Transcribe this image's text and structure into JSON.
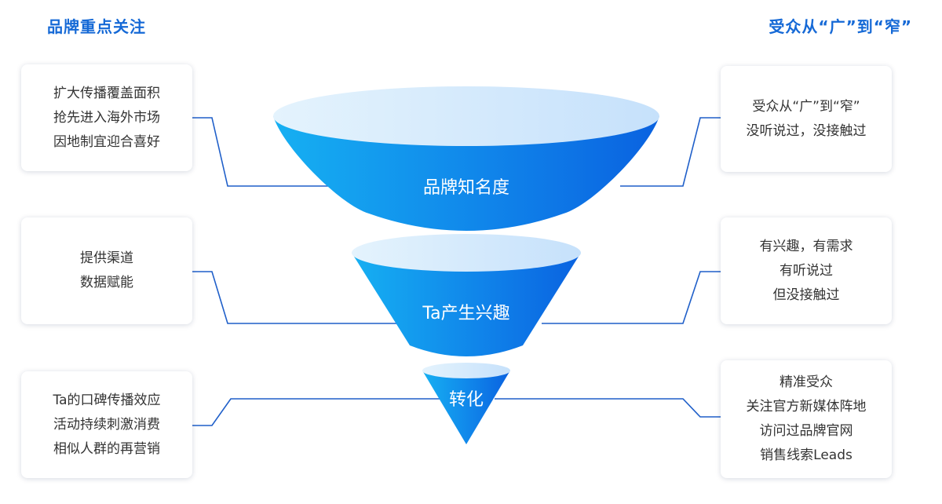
{
  "headers": {
    "left": "品牌重点关注",
    "right": "受众从“广”到“窄”"
  },
  "funnel": {
    "stages": [
      "品牌知名度",
      "Ta产生兴趣",
      "转化"
    ]
  },
  "left_cards": [
    [
      "扩大传播覆盖面积",
      "抢先进入海外市场",
      "因地制宜迎合喜好"
    ],
    [
      "提供渠道",
      "数据赋能"
    ],
    [
      "Ta的口碑传播效应",
      "活动持续刺激消费",
      "相似人群的再营销"
    ]
  ],
  "right_cards": [
    [
      "受众从“广”到“窄”",
      "没听说过，没接触过"
    ],
    [
      "有兴趣，有需求",
      "有听说过",
      "但没接触过"
    ],
    [
      "精准受众",
      "关注官方新媒体阵地",
      "访问过品牌官网",
      "销售线索Leads"
    ]
  ],
  "colors": {
    "accent": "#1569d6",
    "connector": "#1f5fc9",
    "dot": "#1a67d8",
    "funnel_light": "#16b0f2",
    "funnel_dark": "#0a62e0",
    "funnel_top": "#d6ebfb"
  }
}
